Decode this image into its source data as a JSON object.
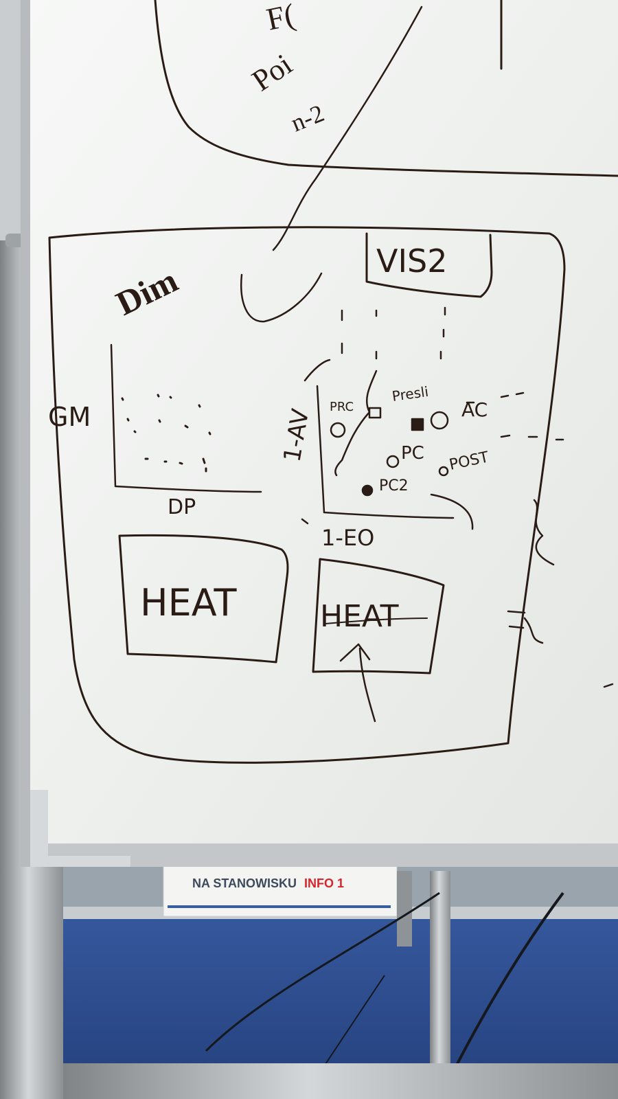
{
  "whiteboard": {
    "top_scribbles": [
      "F(",
      "Poi",
      "n-2"
    ],
    "frame_label": "VIS2",
    "left_plot": {
      "title": "Dim",
      "y_label": "GM",
      "x_label": "DP"
    },
    "right_plot": {
      "y_label": "1-AV",
      "x_label": "1-EO",
      "points": [
        "PRC",
        "Presli",
        "AC",
        "PC",
        "POST",
        "PC2"
      ]
    },
    "heat_boxes": [
      "HEAT",
      "HEAT"
    ]
  },
  "background_sign": {
    "text_main": "NA STANOWISKU",
    "text_accent": "INFO 1",
    "accent_color": "#d7262b"
  },
  "colors": {
    "ink": "#2a1c15",
    "board": "#f1f2f0",
    "carpet": "#2f4d8c",
    "frame": "#b9bdc0"
  }
}
